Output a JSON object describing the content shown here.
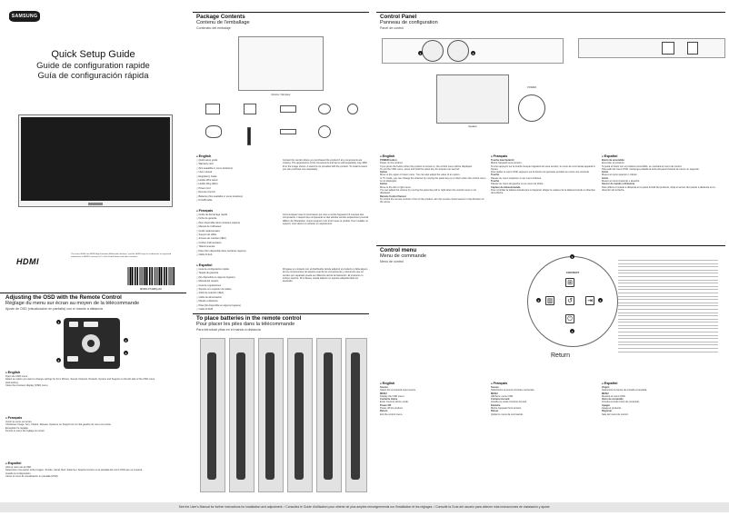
{
  "brand": {
    "logo_text": "SAMSUNG"
  },
  "cover": {
    "title_en": "Quick Setup Guide",
    "title_fr": "Guide de configuration rapide",
    "title_es": "Guía de configuración rápida",
    "hdmi_text": "The terms HDMI and HDMI High-Definition Multimedia Interface, and the HDMI Logo are trademarks or registered trademarks of HDMI Licensing LLC in the United States and other countries.",
    "hdmi_logo": "HDMI",
    "barcode_number": "BN68-07338Q-00"
  },
  "osd": {
    "title_en": "Adjusting the OSD with the Remote Control",
    "title_fr": "Réglage du menu sur écran au moyen de la télécommande",
    "title_es": "Ajuste de OSD (visualización en pantalla) con el mando a distancia",
    "en_label": "English",
    "en_steps": [
      "Open the OSD menu.",
      "Select an option you want to change settings for from Picture, Sound, Channel, Network, System and Support on the left side of the OSD menu.",
      "Hold setting.",
      "Close the onscreen display (OSD) menu."
    ],
    "fr_label": "Français",
    "fr_steps": [
      "Ouvrir le menu sur écran.",
      "Choisissez Image, Son, Chaîne, Réseau, Système ou Support sur le côté gauche du menu sur écran.",
      "Enregistrer le réglage.",
      "Fermer le menu de réglage sur écran."
    ],
    "es_label": "Español",
    "es_steps": [
      "Abra el menú de la OSD.",
      "Seleccione una opción entre Imagen, Sonido, Canal, Red, Sistema o Soporte técnico en la pantalla del menú OSD que se muestra.",
      "Guarde la configuración.",
      "Cierre el menú de visualización en pantalla (OSD)."
    ]
  },
  "package": {
    "title_en": "Package Contents",
    "title_fr": "Contenu de l'emballage",
    "title_es": "Contenido del embalaje",
    "monitor_caption": "Monitor / Moniteur",
    "en_label": "English",
    "en_items": [
      "Quick setup guide",
      "Warranty card",
      "(Not available in some locations)",
      "User manual",
      "Regulatory Guide",
      "Holder-Wire stand",
      "Holder-Ring (4EA)",
      "Power cord",
      "Remote Control",
      "Batteries (Not available in some locations)",
      "D-SUB cable"
    ],
    "en_note": "Contact the vendor where you purchased the product if any components are missing. The appearance of the components and items sold separately may differ from the image shown. A stand is not provided with the product. To install a stand, you can purchase one separately.",
    "fr_label": "Français",
    "fr_items": [
      "Guide de démarrage rapide",
      "Fiche de garantie",
      "(Non disponible dans certaines régions)",
      "Manuel de l'utilisateur",
      "Guide réglementaire",
      "Support de câble",
      "Anneau de maintien (4EA)",
      "Cordon d'alimentation",
      "Télécommande",
      "Piles (Non disponible dans certaines régions)",
      "Câble D-Sub"
    ],
    "fr_note": "Communiquez avec le fournisseur qui vous a vendu l'appareil s'il manque des composants. L'aspect des composants et des articles vendus séparément pourrait différer de l'illustration. Aucun support n'est fourni avec le produit. Pour installer un support, vous devez en acheter un séparément.",
    "es_label": "Español",
    "es_items": [
      "Guía de configuración rápida",
      "Tarjeta de garantía",
      "(No disponible en algunos lugares)",
      "Manual del usuario",
      "Guía de regulaciones",
      "Soporte con sujeción de cables",
      "Anillo de sujeción (4EA)",
      "Cable de alimentación",
      "Mando a distancia",
      "Pilas (No disponible en algunos lugares)",
      "Cable D-SUB"
    ],
    "es_note": "Póngase en contacto con el distribuidor donde adquirió el producto si falta alguno de los componentes. El aspecto real de los componentes y elementos que se venden por separado puede ser diferente del de la ilustración. El producto no incluye soporte. Si lo desea, puede adquirir un soporte adquiriéndolo por separado."
  },
  "batteries": {
    "title_en": "To place batteries in the remote control",
    "title_fr": "Pour placer les piles dans la télécommande",
    "title_es": "Para introducir pilas en el mando a distancia"
  },
  "control_panel": {
    "title_en": "Control Panel",
    "title_fr": "Panneau de configuration",
    "title_es": "Panel de control",
    "power_label": "POWER",
    "speaker_label": "Speaker",
    "en_label": "English",
    "en_lines": [
      "POWER button",
      "Power on the product.",
      "If you press the button when the product is turned on, the control menu will be displayed.",
      "To exit the OSD menu, press and hold the panel key for at least one second.",
      "button",
      "Move to the upper or lower menu. You can also adjust the value of an option.",
      "In TV mode, you can change the channel by moving the panel key up or down when the control menu is not displayed.",
      "button",
      "Move to the left or right menu.",
      "You can adjust the volume by moving the panel key left or right when the control menu is not displayed.",
      "Remote Control Sensor",
      "To control the remote control in front of the product, aim the remote control sensor in the direction of the arrow."
    ],
    "fr_label": "Français",
    "fr_lines": [
      "Touche marche/arrêt",
      "Mettre l'appareil sous tension.",
      "Si vous appuyez sur la touche lorsque l'appareil est sous tension, le menu de commande apparaît à l'écran.",
      "Pour quitter le menu OSD, appuyez sur le bouton du panneau pendant au moins une seconde.",
      "Touche",
      "Passez au menu supérieur ou au menu inférieur.",
      "Touche",
      "Passez au menu de gauche ou au menu de droite.",
      "Capteur de télécommande",
      "Pour contrôler la télécommande face à l'appareil, dirigez le capteur de la télécommande en direction de la flèche."
    ],
    "es_label": "Español",
    "es_lines": [
      "Botón de encendido",
      "Encender el producto.",
      "Si pulsa el botón con el producto encendido, se mostrará el menú de control.",
      "Para salir del menú OSD, mantenga pulsada la tecla del panel durante al menos un segundo.",
      "botón",
      "Mueve al menú superior o inferior.",
      "botón",
      "Mueve al menú izquierdo o derecho.",
      "Sensor de mando a distancia",
      "Para utilizar el mando a distancia en la parte frontal del producto, dirija el sensor del mando a distancia en la dirección de la flecha."
    ]
  },
  "control_menu": {
    "title_en": "Control menu",
    "title_fr": "Menu de commande",
    "title_es": "Menú de control",
    "content_label": "CONTENT",
    "return_label": "Return",
    "en_label": "English",
    "en_lines": [
      "Source",
      "Select the connected input source.",
      "MENU",
      "Display the OSD menu.",
      "Contents Home",
      "Enter Content Home mode.",
      "Power Off",
      "Power off the product.",
      "Return",
      "Exit the control menu."
    ],
    "fr_label": "Français",
    "fr_lines": [
      "Source",
      "Sélectionne la source d'entrée connectée.",
      "MENU",
      "Affiche le menu OSD.",
      "Contenu Accueil",
      "Accède au mode Contenu Accueil.",
      "Éteindre",
      "Mettre l'appareil hors tension.",
      "Retour",
      "Quitter le menu de commande."
    ],
    "es_label": "Español",
    "es_lines": [
      "Origen",
      "Seleccione la fuente de entrada conectada.",
      "MENU",
      "Muestra el menú OSD.",
      "Inicio de contenido",
      "Acceda al modo Inicio de contenido.",
      "Apagar",
      "Apaga el producto.",
      "Regresar",
      "Sale del menú de control."
    ]
  },
  "footer": {
    "text": "See the User's Manual for further instructions for installation and adjustment. / Consultez le Guide d'utilisation pour obtenir de plus amples renseignements sur l'installation et les réglages. / Consulte la Guía del usuario para obtener más instrucciones de instalación y ajuste."
  }
}
